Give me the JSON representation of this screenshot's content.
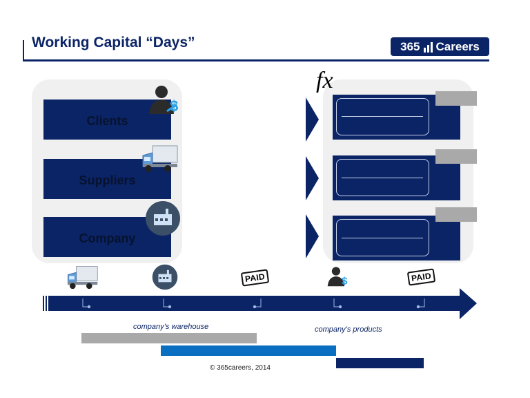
{
  "header": {
    "title": "Working Capital “Days”",
    "logo_number": "365",
    "logo_word": "Careers"
  },
  "left_panel": {
    "items": [
      {
        "label": "Clients",
        "icon": "client-dollar-icon"
      },
      {
        "label": "Suppliers",
        "icon": "truck-icon"
      },
      {
        "label": "Company",
        "icon": "factory-icon"
      }
    ]
  },
  "right_panel": {
    "fx_label": "fx",
    "rows": 3
  },
  "timeline": {
    "icons": [
      "truck-icon",
      "factory-icon",
      "paid-stamp-icon",
      "client-dollar-icon",
      "paid-stamp-icon"
    ],
    "paid_text_1": "PAID",
    "paid_text_2": "PAID"
  },
  "captions": {
    "warehouse": "company’s warehouse",
    "products": "company’s products"
  },
  "period_bars": {
    "colors": [
      "#a9a9a9",
      "#0b6fc1",
      "#0b2466"
    ]
  },
  "footer": {
    "copyright": "© 365careers, 2014"
  },
  "colors": {
    "navy": "#0b2466",
    "blue": "#0b6fc1",
    "gray": "#a9a9a9",
    "panel": "#f0f0f0"
  }
}
